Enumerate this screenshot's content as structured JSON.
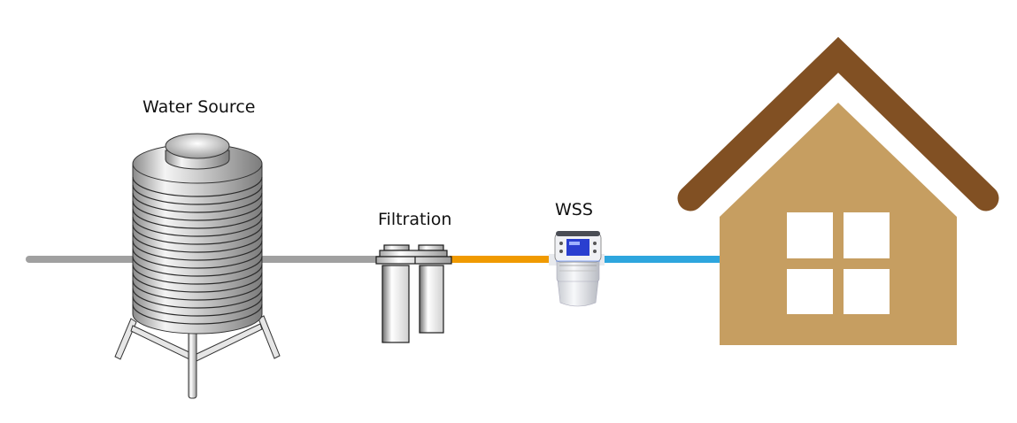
{
  "diagram": {
    "title": "Water supply flow diagram",
    "nodes": [
      {
        "id": "source",
        "label": "Water Source",
        "icon": "water-tank-icon"
      },
      {
        "id": "filtration",
        "label": "Filtration",
        "icon": "filter-cartridge-icon"
      },
      {
        "id": "wss",
        "label": "WSS",
        "icon": "water-sensor-device-icon"
      },
      {
        "id": "house",
        "label": "",
        "icon": "house-icon"
      }
    ],
    "edges": [
      {
        "from": "inlet",
        "to": "source",
        "color": "#a0a0a0"
      },
      {
        "from": "source",
        "to": "filtration",
        "color": "#a0a0a0"
      },
      {
        "from": "filtration",
        "to": "wss",
        "color": "#f09a00"
      },
      {
        "from": "wss",
        "to": "house",
        "color": "#2ea6de"
      }
    ],
    "colors": {
      "pipe_raw": "#a0a0a0",
      "pipe_filtered": "#f09a00",
      "pipe_clean": "#2ea6de",
      "roof": "#815023",
      "house_body": "#c69e61",
      "window": "#ffffff",
      "wss_screen": "#2a3fd0"
    }
  }
}
